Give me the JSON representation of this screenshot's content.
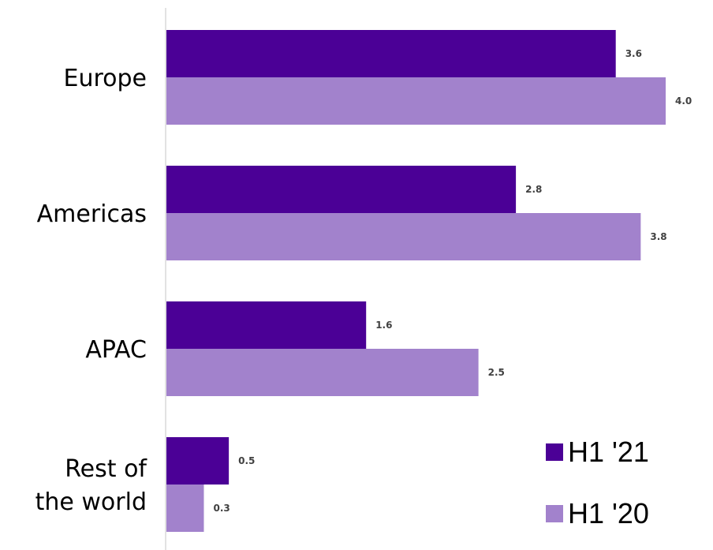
{
  "chart_data": {
    "type": "bar",
    "orientation": "horizontal",
    "categories": [
      "Europe",
      "Americas",
      "APAC",
      "Rest of the world"
    ],
    "category_label_lines": [
      [
        "Europe"
      ],
      [
        "Americas"
      ],
      [
        "APAC"
      ],
      [
        "Rest of",
        "the world"
      ]
    ],
    "series": [
      {
        "name": "H1 '21",
        "color": "#4b0096",
        "values": [
          3.6,
          2.8,
          1.6,
          0.5
        ]
      },
      {
        "name": "H1 '20",
        "color": "#a282cc",
        "values": [
          4.0,
          3.8,
          2.5,
          0.3
        ]
      }
    ],
    "value_labels": [
      [
        "3.6",
        "2.8",
        "1.6",
        "0.5"
      ],
      [
        "4.0",
        "3.8",
        "2.5",
        "0.3"
      ]
    ],
    "xlim": [
      0,
      4.0
    ],
    "grid": false,
    "legend_position": "bottom-right",
    "axis_line_color": "#d9d9d9"
  }
}
